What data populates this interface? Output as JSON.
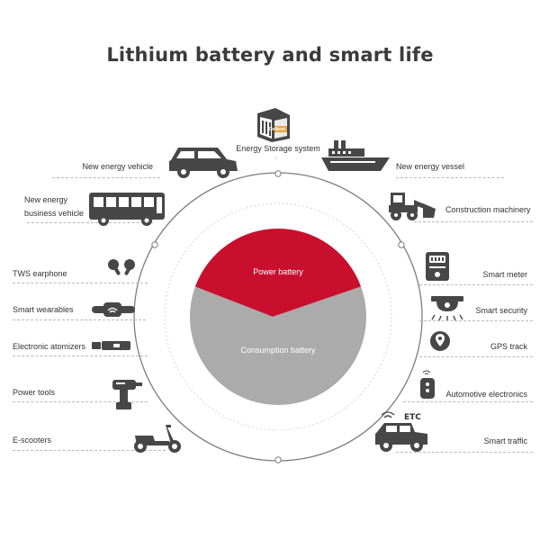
{
  "title": "Lithium battery and smart life",
  "pie": {
    "segments": [
      {
        "label": "Power battery",
        "color": "#c8102e"
      },
      {
        "label": "Consumption battery",
        "color": "#ababab"
      }
    ]
  },
  "top": {
    "box_text": "Delleon",
    "label": "Energy Storage system"
  },
  "left": [
    {
      "id": "new-energy-vehicle",
      "label": "New energy vehicle",
      "icon": "car-icon"
    },
    {
      "id": "new-energy-business-vehicle",
      "label_line1": "New energy",
      "label_line2": "business vehicle",
      "icon": "bus-icon"
    },
    {
      "id": "tws-earphone",
      "label": "TWS earphone",
      "icon": "earphone-icon"
    },
    {
      "id": "smart-wearables",
      "label": "Smart wearables",
      "icon": "wearable-band-icon"
    },
    {
      "id": "electronic-atomizers",
      "label": "Electronic atomizers",
      "icon": "atomizer-icon"
    },
    {
      "id": "power-tools",
      "label": "Power tools",
      "icon": "drill-icon"
    },
    {
      "id": "e-scooters",
      "label": "E-scooters",
      "icon": "scooter-icon"
    }
  ],
  "right": [
    {
      "id": "new-energy-vessel",
      "label": "New energy vessel",
      "icon": "ship-icon"
    },
    {
      "id": "construction-machinery",
      "label": "Construction machinery",
      "icon": "loader-icon"
    },
    {
      "id": "smart-meter",
      "label": "Smart meter",
      "icon": "meter-icon"
    },
    {
      "id": "smart-security",
      "label": "Smart security",
      "icon": "security-camera-icon"
    },
    {
      "id": "gps-track",
      "label": "GPS track",
      "icon": "gps-icon"
    },
    {
      "id": "automotive-electronics",
      "label": "Automotive electronics",
      "icon": "car-key-icon"
    },
    {
      "id": "smart-traffic",
      "label": "Smart traffic",
      "icon": "etc-jeep-icon",
      "badge": "ETC"
    }
  ]
}
